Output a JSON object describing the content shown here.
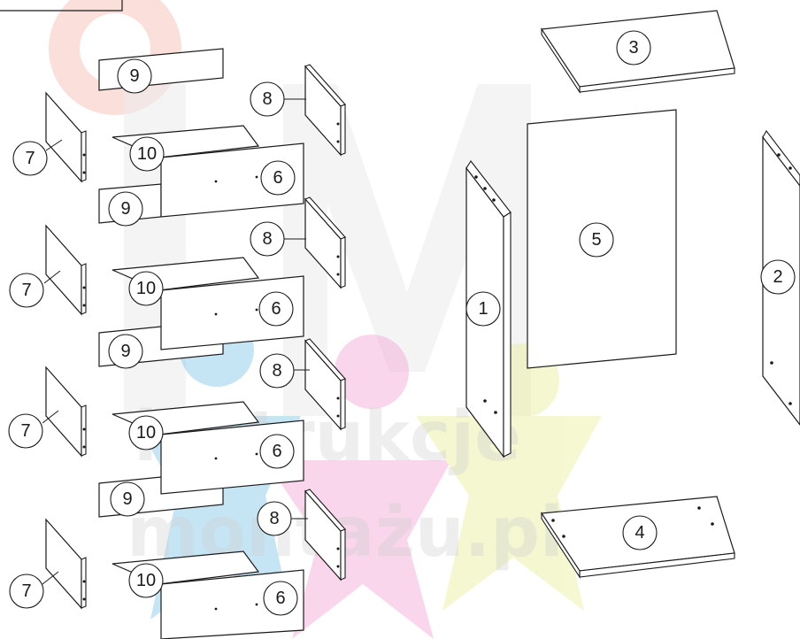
{
  "figure": {
    "watermark": {
      "lines": [
        "instrukcje",
        "montażu.pl"
      ],
      "colors": {
        "gear": "#f6b8b0",
        "blue": "#7fc6e8",
        "pink": "#f3a6d4",
        "green": "#e9ef9a",
        "grey": "#e6e6e6"
      }
    },
    "parts": [
      {
        "id": "part-1",
        "label": "1"
      },
      {
        "id": "part-2",
        "label": "2"
      },
      {
        "id": "part-3",
        "label": "3"
      },
      {
        "id": "part-4",
        "label": "4"
      },
      {
        "id": "part-5",
        "label": "5"
      },
      {
        "id": "part-6",
        "label": "6"
      },
      {
        "id": "part-7",
        "label": "7"
      },
      {
        "id": "part-8",
        "label": "8"
      },
      {
        "id": "part-9",
        "label": "9"
      },
      {
        "id": "part-10",
        "label": "10"
      }
    ]
  }
}
